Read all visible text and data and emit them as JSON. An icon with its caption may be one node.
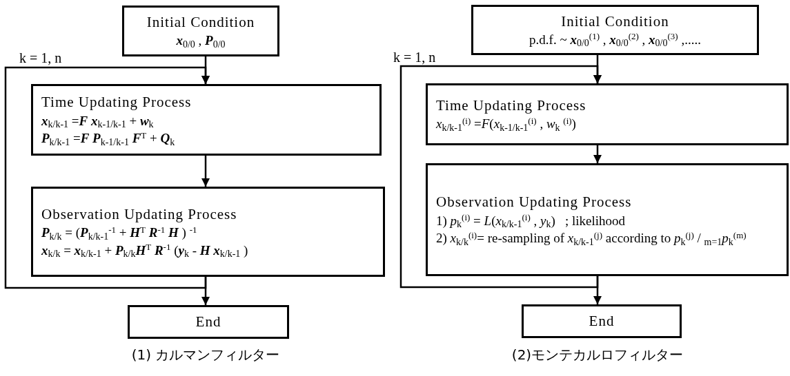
{
  "diagram": {
    "nodes": [
      {
        "text": [
          "Initial Condition",
          "**x**$_{0/0}$ , **P**$_{0/0}$"
        ]
      },
      {
        "text": [
          "Time Updating Process",
          "**x**$_{k/k-1}$ =**F** **x**$_{k-1/k-1}$ + **w**$_{k}$",
          "**P**$_{k/k-1}$ =**F** **P**$_{k-1/k-1}$ **F**$^{T}$ + **Q**$_{k}$"
        ]
      },
      {
        "text": [
          "Observation Updating Process",
          "**P**$_{k/k}$ = (**P**$_{k/k-1}$$^{-1}$ + **H**$^{T}$ **R**$^{-1}$ **H** ) $^{-1}$",
          "**x**$_{k/k}$ = **x**$_{k/k-1}$ + **P**$_{k/k}$**H**$^{T}$ **R**$^{-1}$ (**y**$_{k}$ - **H** **x**$_{k/k-1}$ )"
        ]
      },
      {
        "text": [
          "End"
        ]
      },
      {
        "text": [
          "Initial Condition",
          "p.d.f. ~ **x**$_{0/0}$$^{(1)}$ , **x**$_{0/0}$$^{(2)}$ , **x**$_{0/0}$$^{(3)}$ ,....."
        ]
      },
      {
        "text": [
          "Time Updating Process",
          "*x*$_{k/k-1}$$^{(i)}$ =*F*(*x*$_{k-1/k-1}$$^{(i)}$ , *w*$_{k}$ $^{(i)}$)"
        ]
      },
      {
        "text": [
          "Observation Updating Process",
          "1) *p*$_{k}$$^{(i)}$ = *L*(*x*$_{k/k-1}$$^{(i)}$ , *y*$_{k}$)   ; likelihood",
          "2) *x*$_{k/k}$$^{(i)}$= re-sampling of *x*$_{k/k-1}$$^{(j)}$ according to *p*$_{k}$$^{(j)}$ / $_{m=1}$*p*$_{k}$$^{(m)}$"
        ]
      },
      {
        "text": [
          "End"
        ]
      }
    ],
    "edges": [
      {
        "from": 0,
        "to": 1,
        "arrow": "to"
      },
      {
        "from": 1,
        "to": 2,
        "arrow": "to"
      },
      {
        "from": 2,
        "to": 3,
        "arrow": "to"
      },
      {
        "from": 2,
        "to": 1,
        "arrow": "to"
      },
      {
        "from": 4,
        "to": 5,
        "arrow": "to"
      },
      {
        "from": 5,
        "to": 6,
        "arrow": "to"
      },
      {
        "from": 6,
        "to": 7,
        "arrow": "to"
      },
      {
        "from": 6,
        "to": 5,
        "arrow": "to"
      }
    ],
    "labels": [
      "k = 1, n",
      "k = 1, n",
      "(1) カルマンフィルター",
      "(2)モンテカルロフィルター"
    ]
  }
}
